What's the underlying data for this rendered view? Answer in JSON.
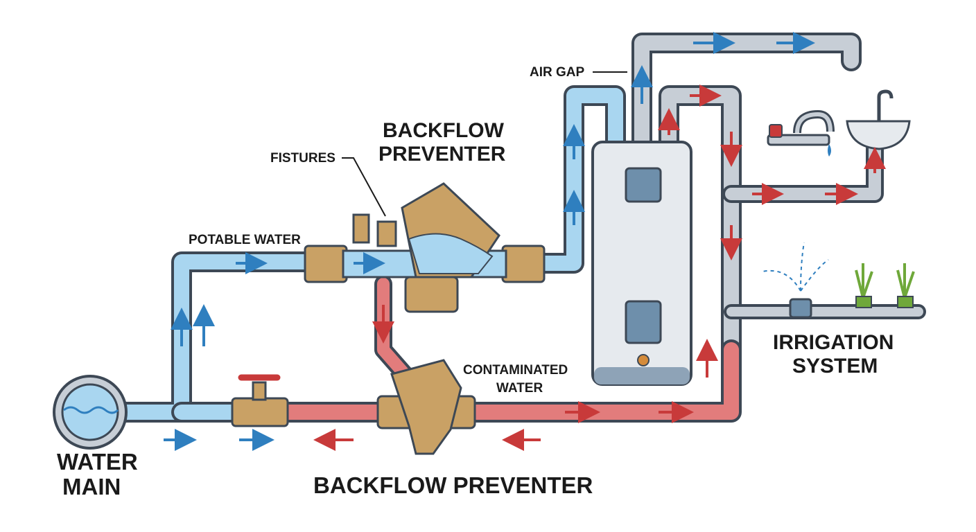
{
  "labels": {
    "water_main_1": "WATER",
    "water_main_2": "MAIN",
    "potable_water": "POTABLE WATER",
    "fistures": "FISTURES",
    "top_preventer_1": "BACKFLOW",
    "top_preventer_2": "PREVENTER",
    "air_gap": "AIR GAP",
    "contaminated_1": "CONTAMINATED",
    "contaminated_2": "WATER",
    "irrigation_1": "IRRIGATION",
    "irrigation_2": "SYSTEM",
    "bottom_preventer": "BACKFLOW PREVENTER"
  },
  "colors": {
    "clean_water": "#a9d6f0",
    "clean_arrow": "#2f7fbf",
    "contaminated_water": "#e27c7c",
    "contaminated_arrow": "#c83a3a",
    "pipe_gray": "#c7ced6",
    "outline": "#3d4855",
    "brass": "#c9a165",
    "brass_dark": "#8a6a3a",
    "heater_body": "#e6eaee",
    "heater_panel": "#6e8fab",
    "plant_green": "#6fa83a"
  },
  "icons": {
    "water_main": "water-main-icon",
    "gate_valve": "gate-valve-icon",
    "top_preventer": "backflow-preventer-icon",
    "bottom_preventer": "y-strainer-icon",
    "water_heater": "water-heater-icon",
    "faucet": "faucet-icon",
    "sink": "sink-icon",
    "sprinkler": "sprinkler-icon",
    "plant": "plant-icon"
  }
}
